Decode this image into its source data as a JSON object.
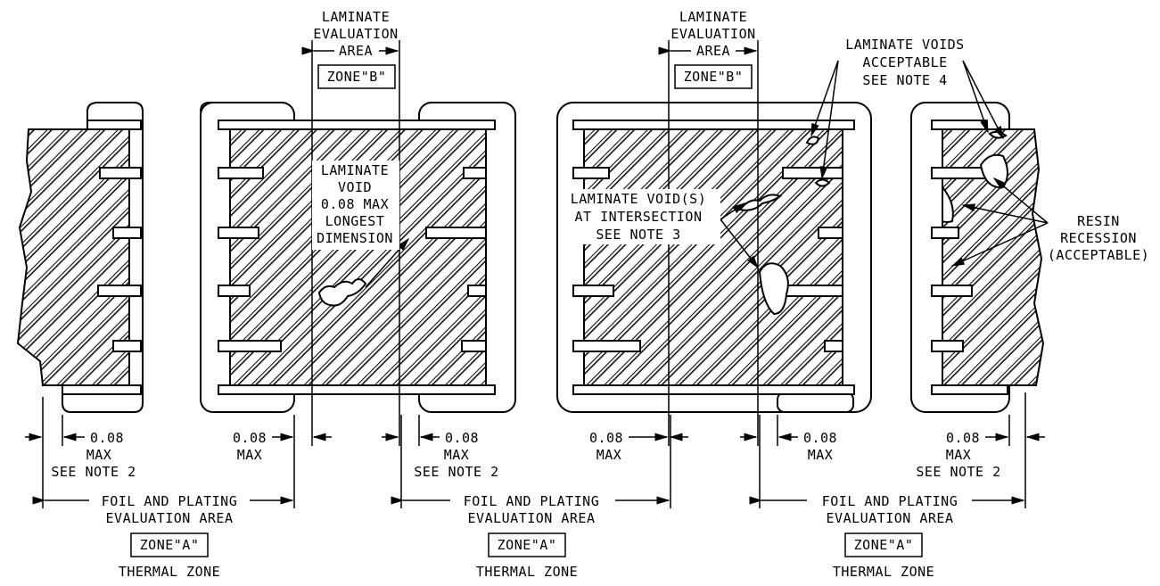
{
  "zone_b_header": {
    "line1": "LAMINATE",
    "line2": "EVALUATION",
    "line3": "AREA",
    "zone": "ZONE\"B\""
  },
  "callouts": {
    "void_max": [
      "LAMINATE",
      "VOID",
      "0.08 MAX",
      "LONGEST",
      "DIMENSION"
    ],
    "void_intersection": [
      "LAMINATE VOID(S)",
      "AT INTERSECTION",
      "SEE NOTE 3"
    ],
    "voids_acceptable": [
      "LAMINATE VOIDS",
      "ACCEPTABLE",
      "SEE NOTE 4"
    ],
    "resin_recession": [
      "RESIN",
      "RECESSION",
      "(ACCEPTABLE)"
    ]
  },
  "dimensions": {
    "value": "0.08",
    "max": "MAX",
    "note2": "SEE NOTE 2"
  },
  "zone_a_footer": {
    "line1": "FOIL AND PLATING",
    "line2": "EVALUATION AREA",
    "zone": "ZONE\"A\"",
    "label": "THERMAL ZONE"
  }
}
